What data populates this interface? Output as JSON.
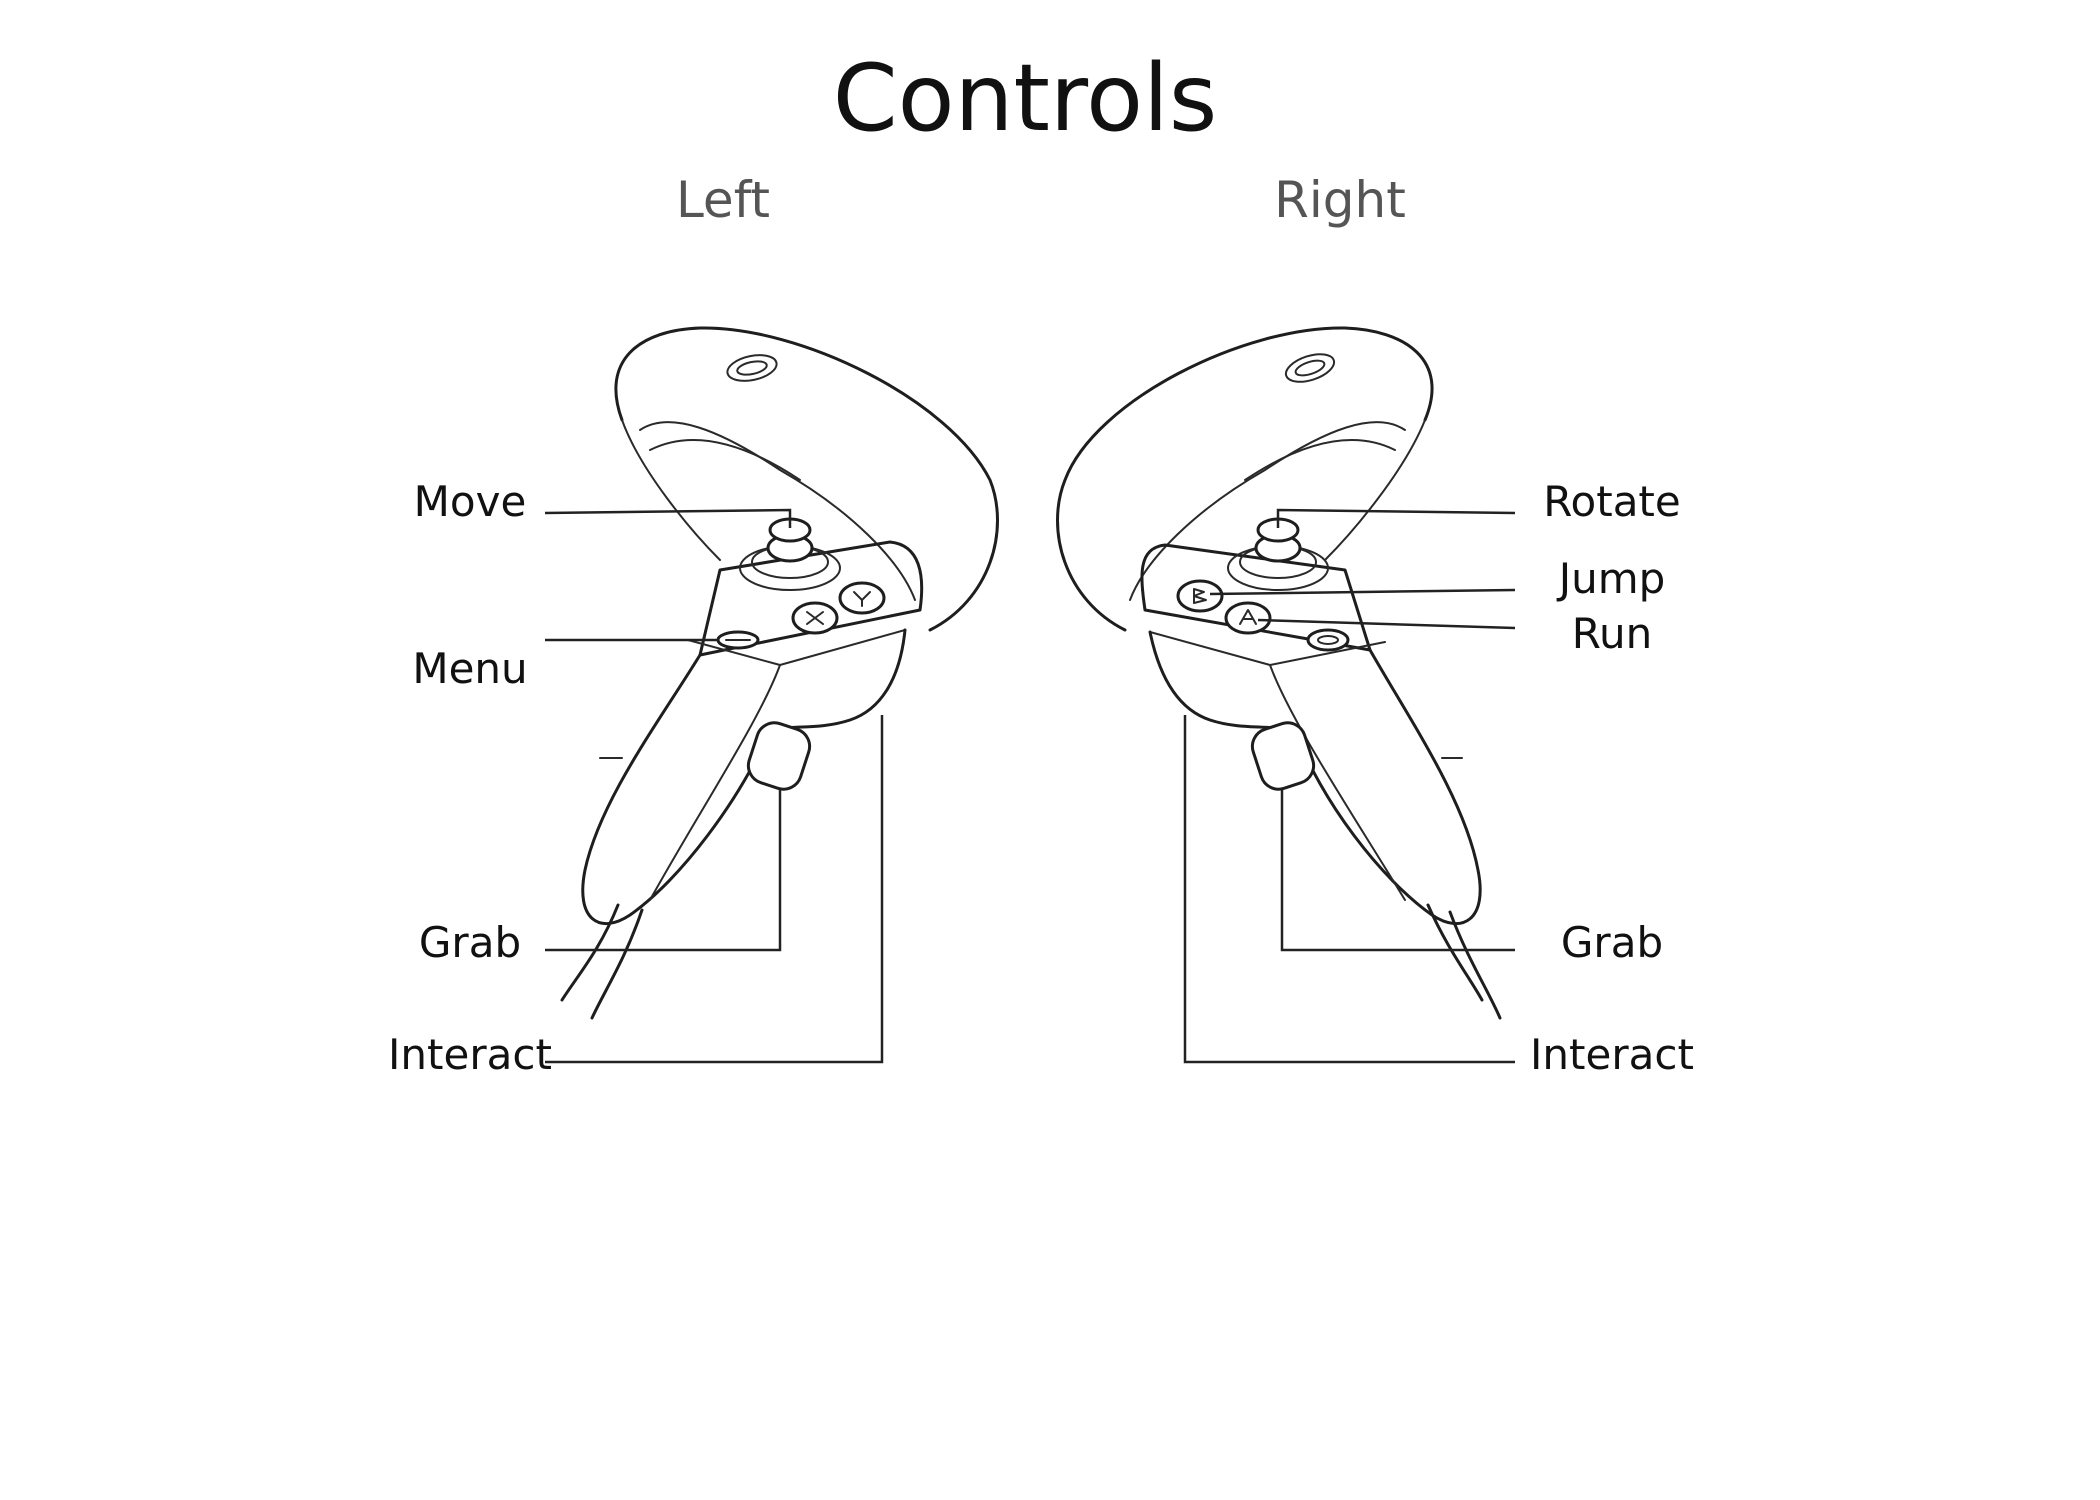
{
  "title": "Controls",
  "left": {
    "heading": "Left",
    "labels": {
      "move": "Move",
      "menu": "Menu",
      "grab": "Grab",
      "interact": "Interact"
    }
  },
  "right": {
    "heading": "Right",
    "labels": {
      "rotate": "Rotate",
      "jump": "Jump",
      "run": "Run",
      "grab": "Grab",
      "interact": "Interact"
    }
  }
}
